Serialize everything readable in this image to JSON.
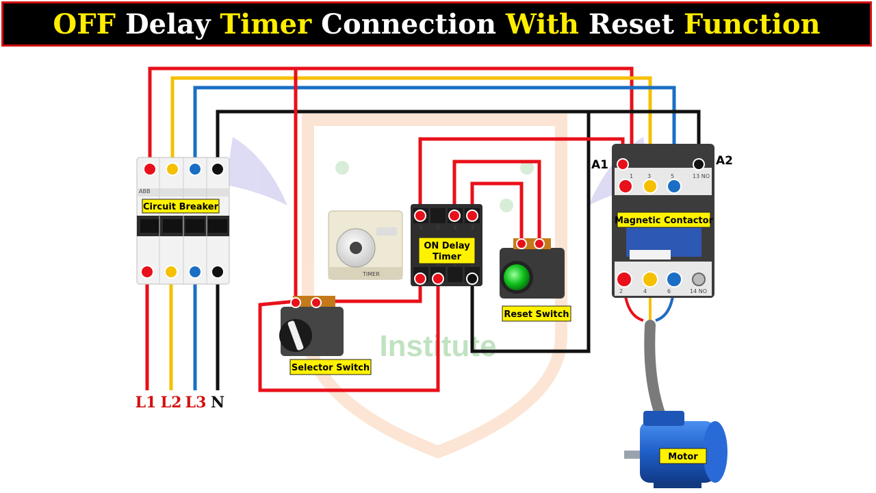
{
  "title": {
    "parts": [
      {
        "text": "OFF ",
        "color": "yellow"
      },
      {
        "text": "Delay ",
        "color": "white"
      },
      {
        "text": "Timer ",
        "color": "yellow"
      },
      {
        "text": "Connection ",
        "color": "white"
      },
      {
        "text": "With ",
        "color": "yellow"
      },
      {
        "text": "Reset ",
        "color": "white"
      },
      {
        "text": "Function",
        "color": "yellow"
      }
    ]
  },
  "components": {
    "circuit_breaker": "Circuit Breaker",
    "on_delay_timer_line1": "ON Delay",
    "on_delay_timer_line2": "Timer",
    "reset_switch": "Reset Switch",
    "selector_switch": "Selector Switch",
    "magnetic_contactor": "Magnetic Contactor",
    "motor": "Motor"
  },
  "phases": {
    "l1": "L1",
    "l2": "L2",
    "l3": "L3",
    "n": "N"
  },
  "contactor_terminals": {
    "a1": "A1",
    "a2": "A2"
  },
  "timer_pins": {
    "top": [
      "6",
      "5",
      "4",
      "3"
    ],
    "bottom": [
      "7",
      "8",
      "1",
      "2"
    ]
  },
  "contactor_marks": {
    "top": [
      "1",
      "3",
      "5",
      "13 NO"
    ],
    "bottom": [
      "2",
      "4",
      "6",
      "14 NO"
    ]
  },
  "device_marks": {
    "breaker_brand": "ABB",
    "timer_face": "TIMER"
  },
  "watermark": "Institute",
  "colors": {
    "l1": "#e8101a",
    "l2": "#f5c000",
    "l3": "#1a6fc4",
    "n": "#111111",
    "label_bg": "#fff200",
    "title_yellow": "#ffee00",
    "title_white": "#ffffff",
    "title_border": "#d31010"
  }
}
